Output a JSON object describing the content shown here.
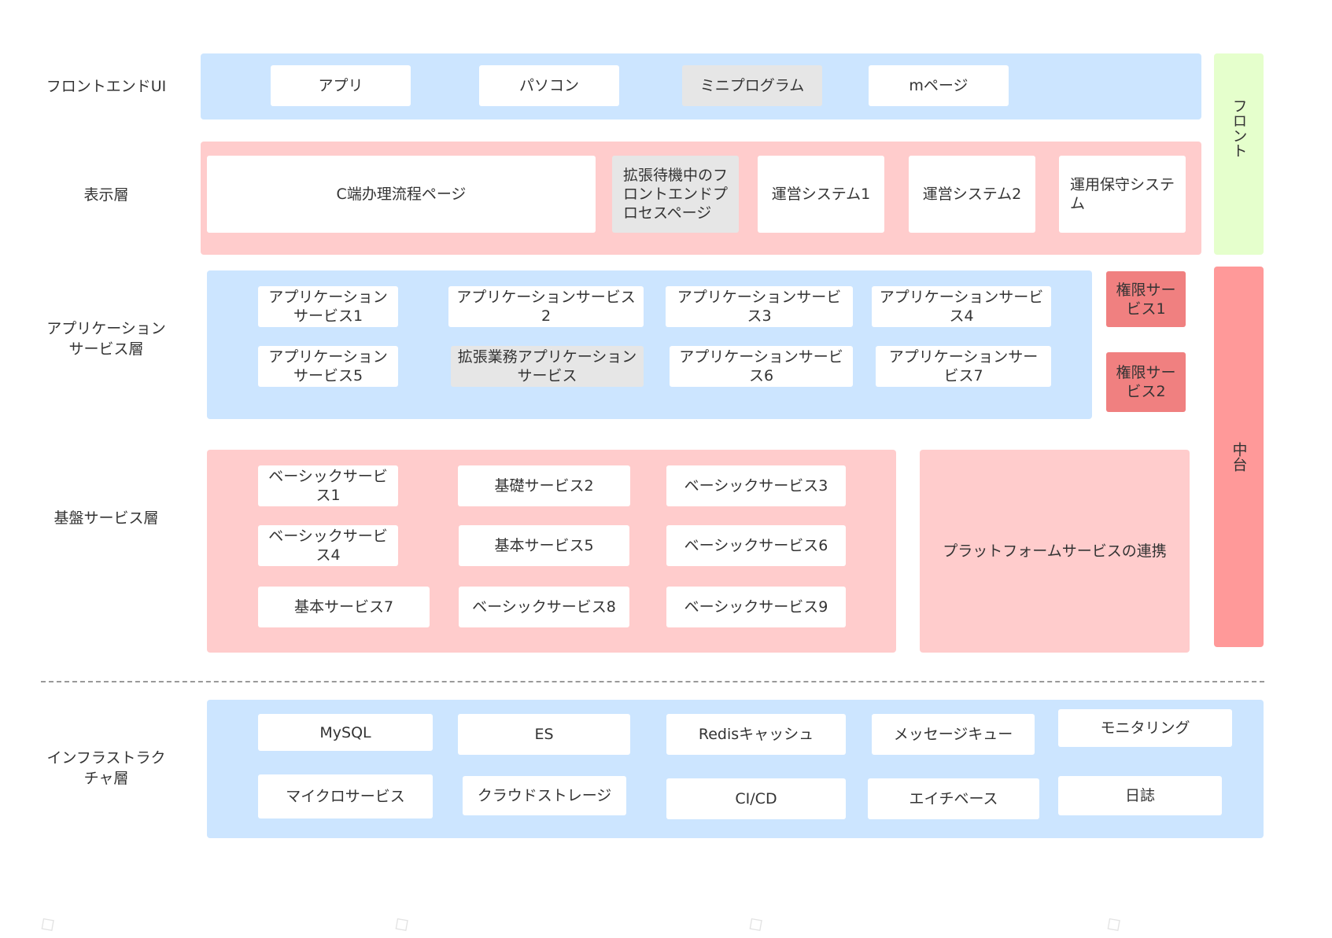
{
  "rows": {
    "frontend": "フロントエンドUI",
    "display": "表示層",
    "app_service": "アプリケーション\nサービス層",
    "base_service": "基盤サービス層",
    "infra": "インフラストラク\nチャ層"
  },
  "frontend": {
    "items": [
      "アプリ",
      "パソコン",
      "ミニプログラム",
      "mページ"
    ]
  },
  "display": {
    "items": [
      "C端办理流程ページ",
      "拡張待機中のフロントエンドプロセスページ",
      "運営システム1",
      "運営システム2",
      "運用保守システム"
    ]
  },
  "app_services": {
    "items": [
      "アプリケーションサービス1",
      "アプリケーションサービス2",
      "アプリケーションサービス3",
      "アプリケーションサービス4",
      "アプリケーションサービス5",
      "拡張業務アプリケーションサービス",
      "アプリケーションサービス6",
      "アプリケーションサービス7"
    ],
    "permissions": [
      "権限サービス1",
      "権限サービス2"
    ]
  },
  "base_services": {
    "items": [
      "ベーシックサービス1",
      "基礎サービス2",
      "ベーシックサービス3",
      "ベーシックサービス4",
      "基本サービス5",
      "ベーシックサービス6",
      "基本サービス7",
      "ベーシックサービス8",
      "ベーシックサービス9"
    ],
    "platform": "プラットフォームサービスの連携"
  },
  "infra": {
    "items": [
      "MySQL",
      "ES",
      "Redisキャッシュ",
      "メッセージキュー",
      "モニタリング",
      "マイクロサービス",
      "クラウドストレージ",
      "CI/CD",
      "エイチベース",
      "日誌"
    ]
  },
  "side": {
    "front": "フロント",
    "middle": "中台"
  },
  "colors": {
    "blue": "#cce5ff",
    "pink": "#ffcccc",
    "green": "#e5ffcc",
    "red": "#ff9999",
    "gray": "#e6e6e6"
  },
  "icons": {
    "watermark": "watermark-logo"
  }
}
